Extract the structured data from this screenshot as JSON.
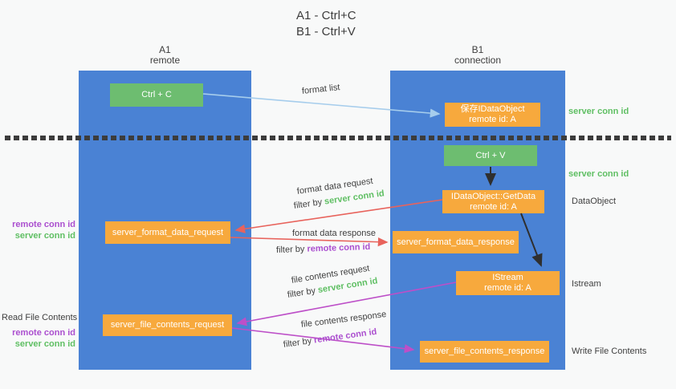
{
  "title": {
    "line1": "A1 - Ctrl+C",
    "line2": "B1 - Ctrl+V"
  },
  "columns": {
    "left": {
      "header_line1": "A1",
      "header_line2": "remote"
    },
    "right": {
      "header_line1": "B1",
      "header_line2": "connection"
    }
  },
  "nodes": {
    "ctrl_c": "Ctrl + C",
    "save_idataobject": {
      "line1": "保存IDataObject",
      "line2": "remote id: A"
    },
    "ctrl_v": "Ctrl + V",
    "getdata": {
      "line1": "IDataObject::GetData",
      "line2": "remote id: A"
    },
    "format_request": "server_format_data_request",
    "format_response": "server_format_data_response",
    "istream": {
      "line1": "IStream",
      "line2": "remote id: A"
    },
    "file_request": "server_file_contents_request",
    "file_response": "server_file_contents_response"
  },
  "side_labels": {
    "server_conn_id_top": "server conn id",
    "server_conn_id_mid": "server conn id",
    "dataobject": "DataObject",
    "istream": "Istream",
    "write_file_contents": "Write File Contents",
    "read_file_contents": "Read File Contents",
    "block1_remote_conn_id": "remote conn id",
    "block1_server_conn_id": "server conn id",
    "block2_remote_conn_id": "remote conn id",
    "block2_server_conn_id": "server conn id"
  },
  "arrow_labels": {
    "format_list": "format list",
    "format_data_request": "format data request",
    "filter1_prefix": "filter by ",
    "filter1_id": "server conn id",
    "format_data_response": "format data response",
    "filter2_prefix": "filter by ",
    "filter2_id": "remote conn id",
    "file_contents_request": "file contents request",
    "filter3_prefix": "filter by ",
    "filter3_id": "server conn id",
    "file_contents_response": "file contents response",
    "filter4_prefix": "filter by ",
    "filter4_id": "remote conn id"
  },
  "colors": {
    "column_blue": "#4a82d4",
    "box_green": "#6dbd70",
    "box_orange": "#f7a93d",
    "green_text": "#5fbf63",
    "purple_text": "#ab4fcf",
    "red_arrow": "#e8635c",
    "magenta_arrow": "#bd4fc8",
    "blue_arrow": "#a6cdee",
    "black_arrow": "#2f2f2f",
    "dark_text": "#3f3f3f"
  }
}
